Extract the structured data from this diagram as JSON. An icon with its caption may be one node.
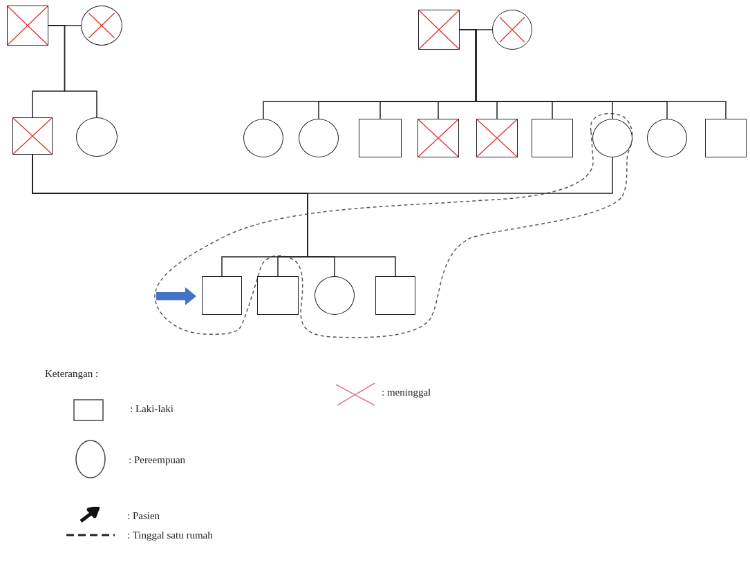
{
  "diagram": {
    "nodes": [
      {
        "text": [],
        "shape": "crossed-box"
      },
      {
        "text": [],
        "shape": "crossed-circle"
      },
      {
        "text": [],
        "shape": "crossed-box"
      },
      {
        "text": [],
        "shape": "circle"
      },
      {
        "text": [],
        "shape": "crossed-box"
      },
      {
        "text": [],
        "shape": "crossed-circle"
      },
      {
        "text": [],
        "shape": "circle"
      },
      {
        "text": [],
        "shape": "circle"
      },
      {
        "text": [],
        "shape": "box"
      },
      {
        "text": [],
        "shape": "crossed-box"
      },
      {
        "text": [],
        "shape": "crossed-box"
      },
      {
        "text": [],
        "shape": "box"
      },
      {
        "text": [],
        "shape": "circle"
      },
      {
        "text": [],
        "shape": "circle"
      },
      {
        "text": [],
        "shape": "box"
      },
      {
        "text": [],
        "shape": "box"
      },
      {
        "text": [],
        "shape": "box"
      },
      {
        "text": [],
        "shape": "circle"
      },
      {
        "text": [],
        "shape": "box"
      }
    ],
    "edges": [
      {
        "from": 0,
        "to": 1,
        "arrow": "none"
      },
      {
        "from": 0,
        "to": 2,
        "arrow": "none"
      },
      {
        "from": 0,
        "to": 3,
        "arrow": "none"
      },
      {
        "from": 4,
        "to": 5,
        "arrow": "none"
      },
      {
        "from": 4,
        "to": 6,
        "arrow": "none"
      },
      {
        "from": 4,
        "to": 7,
        "arrow": "none"
      },
      {
        "from": 4,
        "to": 8,
        "arrow": "none"
      },
      {
        "from": 4,
        "to": 9,
        "arrow": "none"
      },
      {
        "from": 4,
        "to": 10,
        "arrow": "none"
      },
      {
        "from": 4,
        "to": 11,
        "arrow": "none"
      },
      {
        "from": 4,
        "to": 12,
        "arrow": "none"
      },
      {
        "from": 4,
        "to": 13,
        "arrow": "none"
      },
      {
        "from": 4,
        "to": 14,
        "arrow": "none"
      },
      {
        "from": 2,
        "to": 12,
        "arrow": "none"
      },
      {
        "from": 2,
        "to": 15,
        "arrow": "none"
      },
      {
        "from": 2,
        "to": 16,
        "arrow": "none"
      },
      {
        "from": 2,
        "to": 17,
        "arrow": "none"
      },
      {
        "from": 2,
        "to": 18,
        "arrow": "none"
      },
      {
        "from": null,
        "to": 15,
        "arrow": "to",
        "style": "thick",
        "color": "#4472c4"
      }
    ],
    "labels": [
      "Keterangan :"
    ],
    "legend": [
      {
        "text": ": Laki-laki"
      },
      {
        "text": ": meninggal"
      },
      {
        "text": ": Pereempuan"
      },
      {
        "text": ": Pasien"
      },
      {
        "text": ": Tinggal satu rumah"
      }
    ]
  }
}
